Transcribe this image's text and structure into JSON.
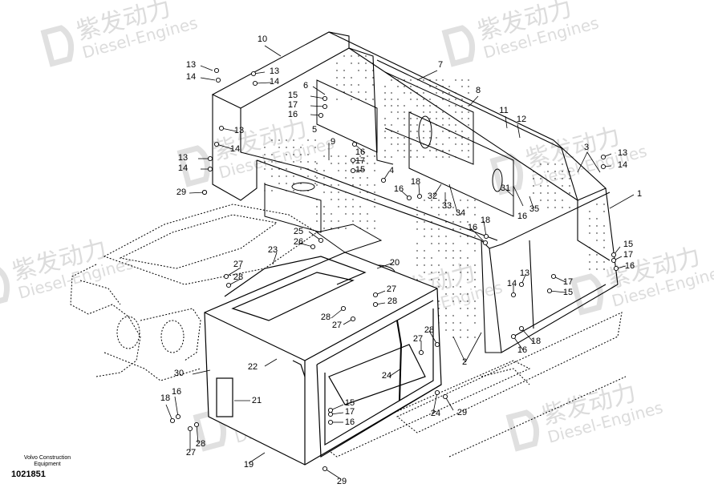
{
  "diagram": {
    "part_numbers": [
      "1",
      "2",
      "3",
      "4",
      "5",
      "6",
      "7",
      "8",
      "9",
      "10",
      "11",
      "12",
      "13",
      "14",
      "15",
      "16",
      "17",
      "18",
      "19",
      "20",
      "21",
      "22",
      "23",
      "24",
      "25",
      "26",
      "27",
      "28",
      "29",
      "30",
      "31",
      "32",
      "33",
      "34",
      "35"
    ],
    "callouts": [
      {
        "n": "10"
      },
      {
        "n": "13"
      },
      {
        "n": "14"
      },
      {
        "n": "13"
      },
      {
        "n": "14"
      },
      {
        "n": "6"
      },
      {
        "n": "7"
      },
      {
        "n": "8"
      },
      {
        "n": "15"
      },
      {
        "n": "17"
      },
      {
        "n": "16"
      },
      {
        "n": "5"
      },
      {
        "n": "11"
      },
      {
        "n": "12"
      },
      {
        "n": "13"
      },
      {
        "n": "14"
      },
      {
        "n": "9"
      },
      {
        "n": "13"
      },
      {
        "n": "14"
      },
      {
        "n": "16"
      },
      {
        "n": "17"
      },
      {
        "n": "15"
      },
      {
        "n": "4"
      },
      {
        "n": "3"
      },
      {
        "n": "13"
      },
      {
        "n": "14"
      },
      {
        "n": "29"
      },
      {
        "n": "16"
      },
      {
        "n": "18"
      },
      {
        "n": "32"
      },
      {
        "n": "33"
      },
      {
        "n": "34"
      },
      {
        "n": "31"
      },
      {
        "n": "16"
      },
      {
        "n": "35"
      },
      {
        "n": "1"
      },
      {
        "n": "18"
      },
      {
        "n": "16"
      },
      {
        "n": "25"
      },
      {
        "n": "26"
      },
      {
        "n": "23"
      },
      {
        "n": "20"
      },
      {
        "n": "15"
      },
      {
        "n": "17"
      },
      {
        "n": "16"
      },
      {
        "n": "27"
      },
      {
        "n": "28"
      },
      {
        "n": "27"
      },
      {
        "n": "28"
      },
      {
        "n": "13"
      },
      {
        "n": "14"
      },
      {
        "n": "17"
      },
      {
        "n": "15"
      },
      {
        "n": "28"
      },
      {
        "n": "27"
      },
      {
        "n": "28"
      },
      {
        "n": "27"
      },
      {
        "n": "16"
      },
      {
        "n": "18"
      },
      {
        "n": "2"
      },
      {
        "n": "22"
      },
      {
        "n": "30"
      },
      {
        "n": "24"
      },
      {
        "n": "21"
      },
      {
        "n": "18"
      },
      {
        "n": "16"
      },
      {
        "n": "15"
      },
      {
        "n": "17"
      },
      {
        "n": "16"
      },
      {
        "n": "24"
      },
      {
        "n": "29"
      },
      {
        "n": "28"
      },
      {
        "n": "27"
      },
      {
        "n": "19"
      },
      {
        "n": "29"
      }
    ]
  },
  "footer": {
    "maker_line1": "Volvo Construction",
    "maker_line2": "Equipment",
    "drawing_code": "1021851"
  },
  "watermark": {
    "brand_cn": "紫发动力",
    "brand_en": "Diesel-Engines"
  }
}
